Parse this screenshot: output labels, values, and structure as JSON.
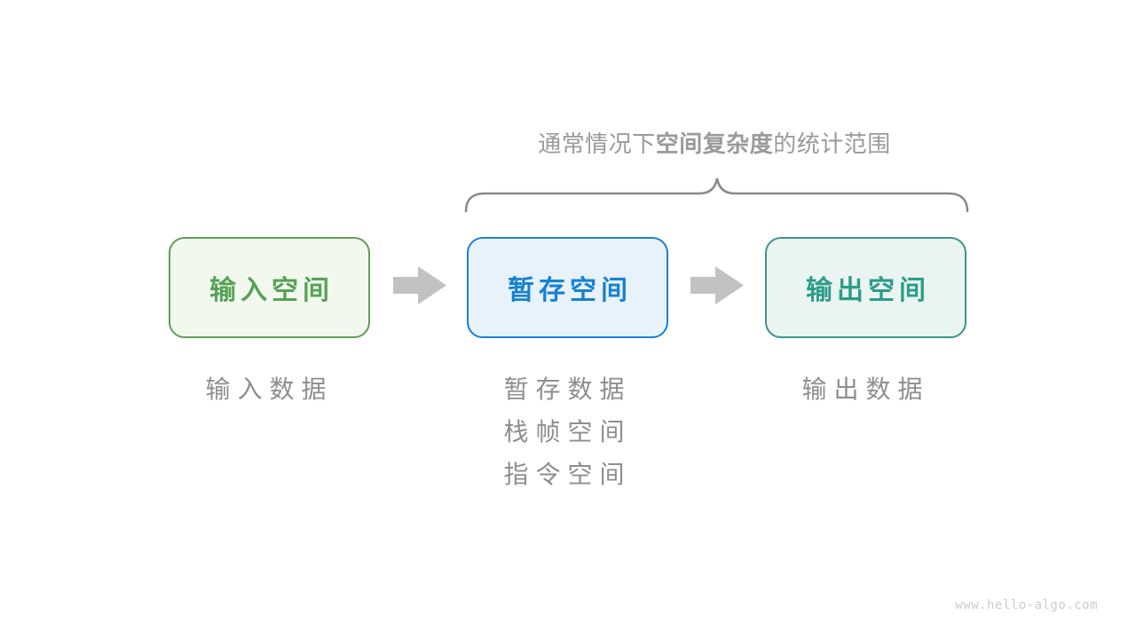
{
  "title": {
    "prefix": "通常情况下",
    "emphasis": "空间复杂度",
    "suffix": "的统计范围"
  },
  "boxes": [
    {
      "id": "input-space",
      "label": "输入空间"
    },
    {
      "id": "temp-space",
      "label": "暂存空间"
    },
    {
      "id": "output-space",
      "label": "输出空间"
    }
  ],
  "annotations": {
    "input": "输入数据",
    "temp": [
      "暂存数据",
      "栈帧空间",
      "指令空间"
    ],
    "output": "输出数据"
  },
  "watermark": "www.hello-algo.com",
  "colors": {
    "title-color": "#9a9a9a",
    "label-color": "#8e8e8e",
    "brace-color": "#8a8a8a",
    "arrow-color": "#c2c2c2",
    "watermark-color": "#cbcbcb",
    "box-input-border": "#5f9e57",
    "box-input-bg": "#f3f8ef",
    "box-input-text": "#57a257",
    "box-temp-border": "#1b80d4",
    "box-temp-bg": "#e8f2fb",
    "box-temp-text": "#1781d2",
    "box-output-border": "#3b9589",
    "box-output-bg": "#eaf5f1",
    "box-output-text": "#2e9c8a"
  }
}
